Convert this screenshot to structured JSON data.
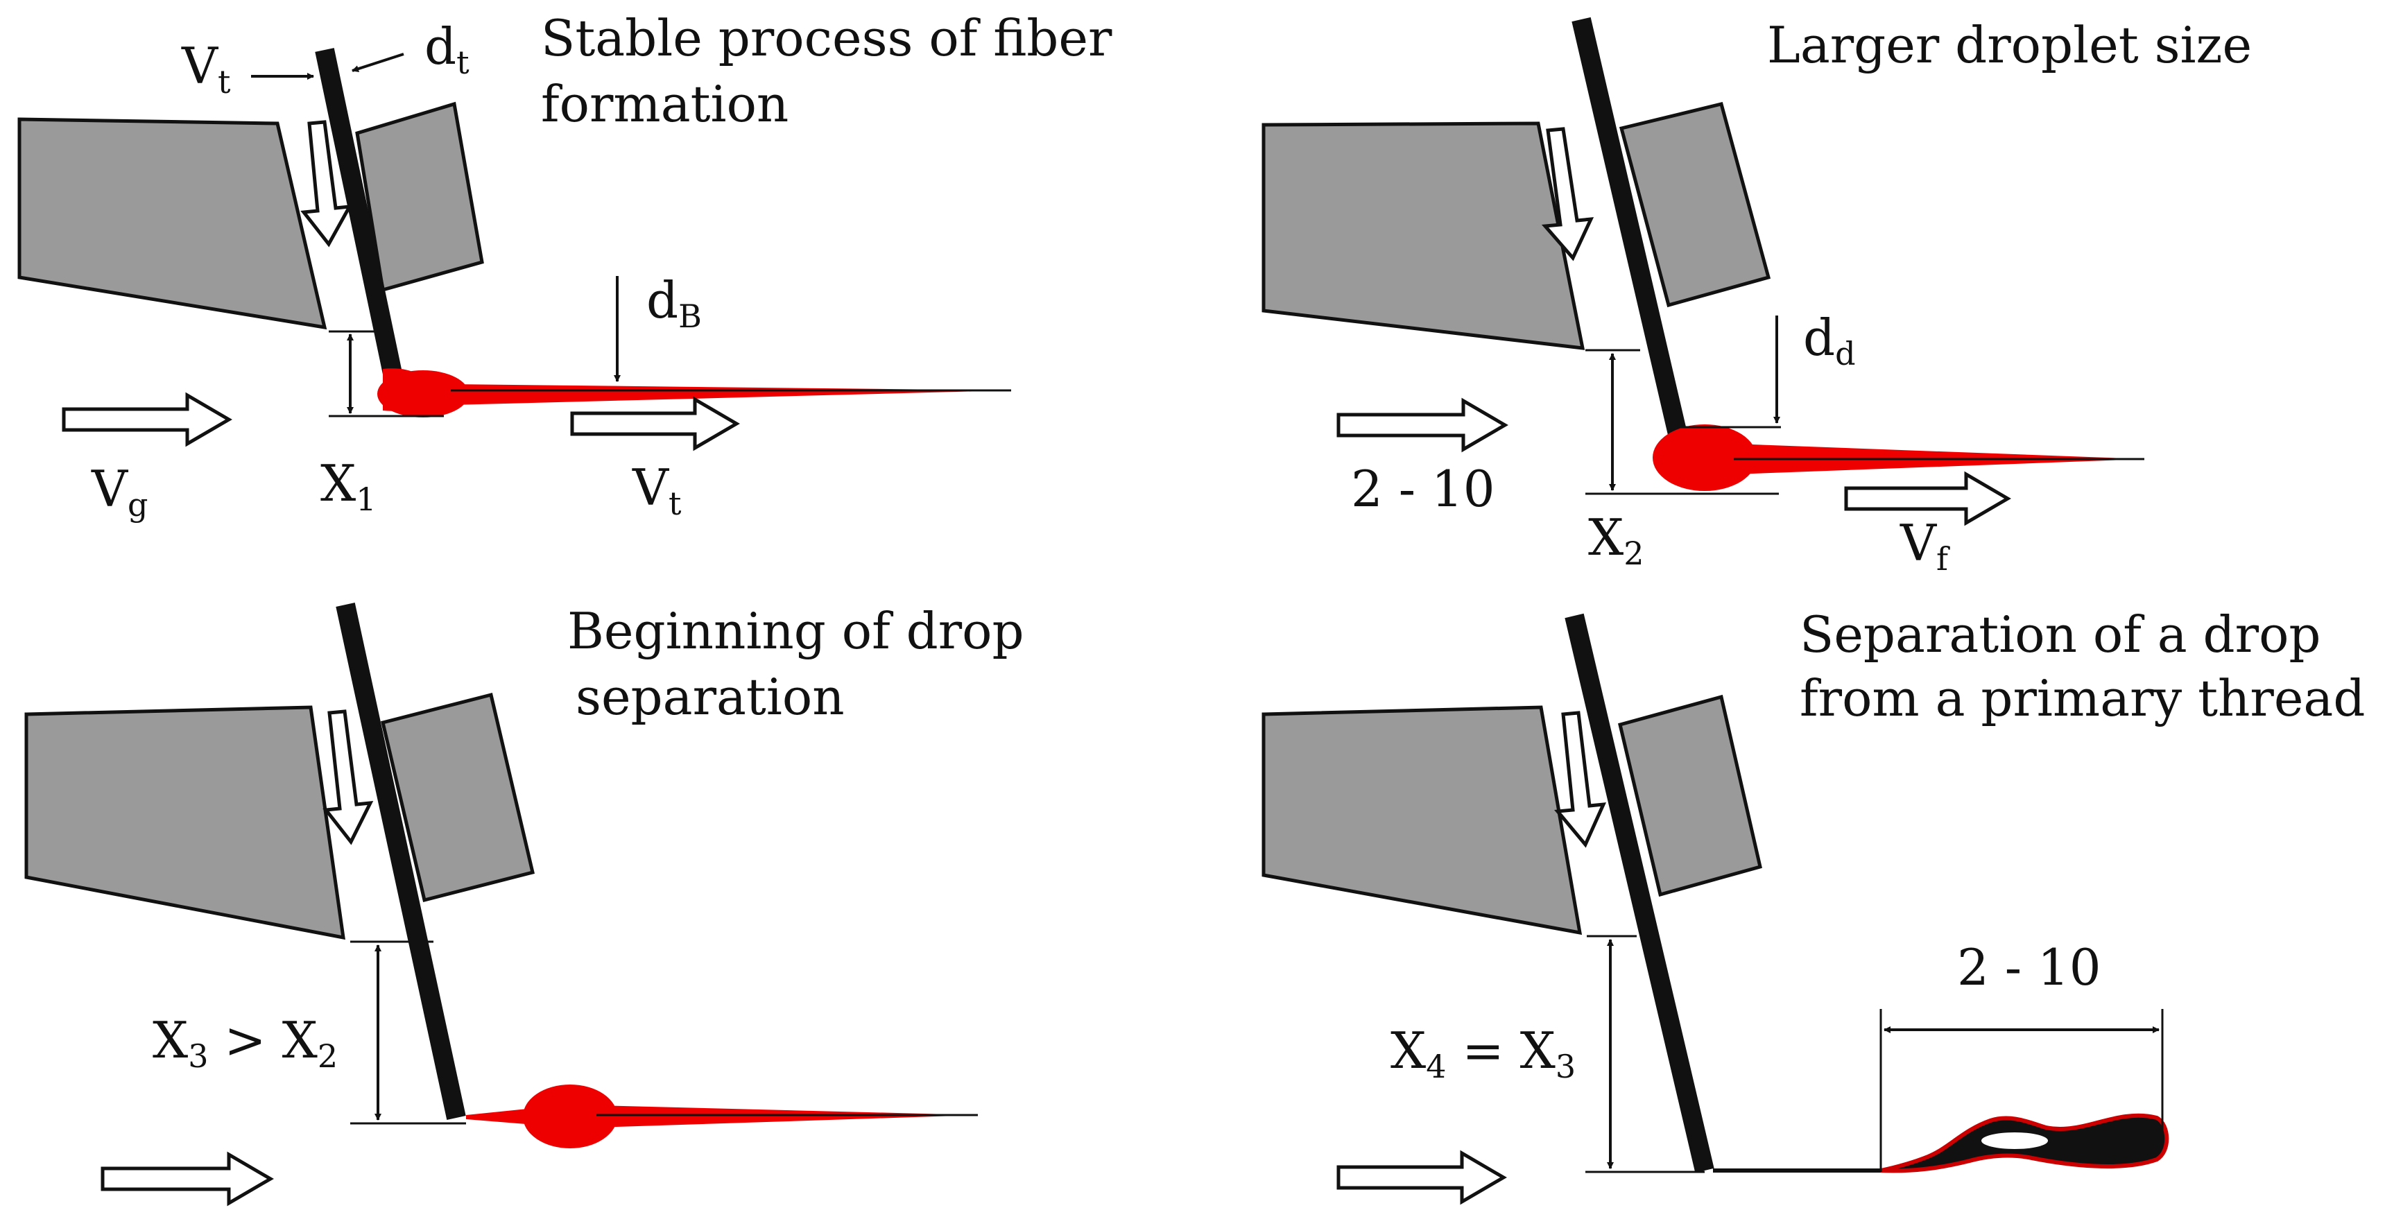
{
  "panels": [
    {
      "title_lines": [
        "Stable process of fiber",
        "formation"
      ],
      "labels": {
        "vt_top": "V",
        "vt_top_sub": "t",
        "dt": "d",
        "dt_sub": "t",
        "db": "d",
        "db_sub": "B",
        "vg": "V",
        "vg_sub": "g",
        "x": "X",
        "x_sub": "1",
        "vt": "V",
        "vt_sub": "t"
      }
    },
    {
      "title_lines": [
        "Larger droplet size"
      ],
      "labels": {
        "dd": "d",
        "dd_sub": "d",
        "range": "2 - 10",
        "x": "X",
        "x_sub": "2",
        "vf": "V",
        "vf_sub": "f"
      }
    },
    {
      "title_lines": [
        "Beginning of drop",
        "separation"
      ],
      "labels": {
        "x3": "X",
        "x3_sub": "3",
        "op": " > ",
        "x2": "X",
        "x2_sub": "2"
      }
    },
    {
      "title_lines": [
        "Separation of a drop",
        "from a primary thread"
      ],
      "labels": {
        "range": "2 - 10",
        "x4": "X",
        "x4_sub": "4",
        "op": " = ",
        "x3": "X",
        "x3_sub": "3"
      }
    }
  ],
  "colors": {
    "nozzle": "#9a9a9a",
    "fiber": "#111111",
    "melt": "#ee0000",
    "drop_outline": "#cc0000",
    "arrow_fill": "#ffffff",
    "ink": "#111111"
  },
  "icons": {
    "flow_arrow": "hollow-right-arrow",
    "feed_arrow": "hollow-down-arrow"
  }
}
